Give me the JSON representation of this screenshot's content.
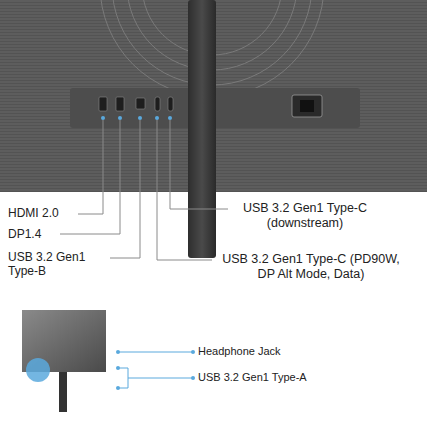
{
  "diagram": {
    "labels": [
      "HDMI 2.0",
      "DP1.4",
      "USB 3.2 Gen1 Type-B",
      "USB 3.2 Gen1 Type-C (downstream)",
      "USB 3.2 Gen1 Type-C (PD90W, DP Alt Mode, Data)",
      "Headphone Jack",
      "USB 3.2 Gen1 Type-A"
    ]
  }
}
